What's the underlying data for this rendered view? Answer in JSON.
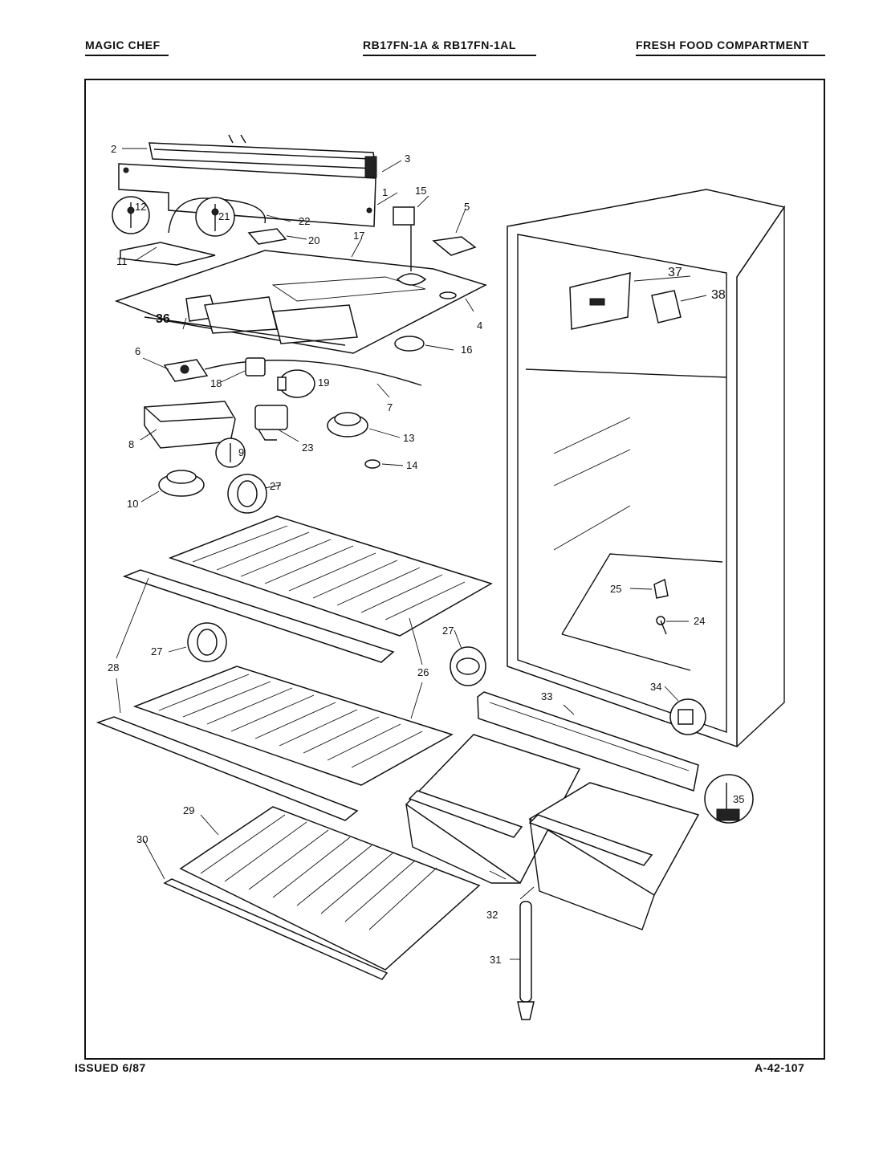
{
  "header": {
    "brand": "MAGIC CHEF",
    "models": "RB17FN-1A & RB17FN-1AL",
    "section": "FRESH FOOD COMPARTMENT"
  },
  "footer": {
    "issued": "ISSUED 6/87",
    "code": "A-42-107"
  },
  "callouts": [
    "1",
    "2",
    "3",
    "4",
    "5",
    "6",
    "7",
    "8",
    "9",
    "10",
    "11",
    "12",
    "13",
    "14",
    "15",
    "16",
    "17",
    "18",
    "19",
    "20",
    "21",
    "22",
    "23",
    "24",
    "25",
    "26",
    "27",
    "28",
    "29",
    "30",
    "31",
    "32",
    "33",
    "34",
    "35",
    "36",
    "37",
    "38"
  ]
}
